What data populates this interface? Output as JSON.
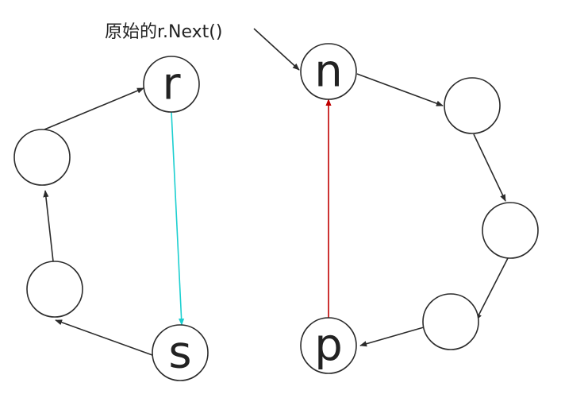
{
  "caption": "原始的r.Next()",
  "nodes": {
    "r": "r",
    "n": "n",
    "s": "s",
    "p": "p"
  },
  "colors": {
    "stroke": "#2b2b2b",
    "s_link": "#1ccfd0",
    "p_link": "#c00000",
    "text": "#222222"
  }
}
